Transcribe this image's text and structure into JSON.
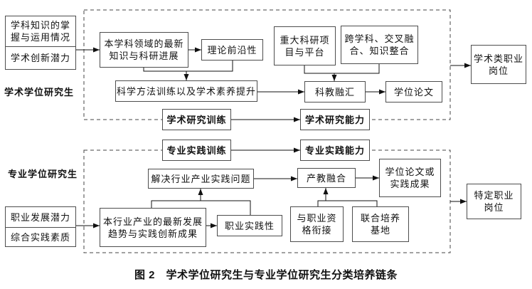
{
  "caption": "图 2　学术学位研究生与专业学位研究生分类培养链条",
  "colors": {
    "background": "#ffffff",
    "box_border": "#4d4d4d",
    "line": "#111111",
    "dashed_frame": "#444444",
    "text": "#111111"
  },
  "academic_section": {
    "label": "学术学位研究生",
    "entry_assess": {
      "top": "学科知识的掌\n握与运用情况",
      "bottom": "学术创新潜力"
    },
    "nodes": {
      "latest_knowledge": "本学科领域的最新\n知识与科研进展",
      "theory_frontier": "理论前沿性",
      "major_projects": "重大科研项\n目与平台",
      "interdisciplinary": "跨学科、交叉融\n合、知识整合",
      "method_training": "科学方法训练以及学术素养提升",
      "sci_edu_integration": "科教融汇",
      "thesis": "学位论文",
      "research_training": "学术研究训练",
      "research_ability": "学术研究能力",
      "career": "学术类职业\n岗位"
    }
  },
  "professional_section": {
    "label": "专业学位研究生",
    "entry_assess": {
      "top": "职业发展潜力",
      "bottom": "综合实践素质"
    },
    "nodes": {
      "practice_training": "专业实践训练",
      "practice_ability": "专业实践能力",
      "solve_problems": "解决行业产业实践问题",
      "industry_edu_integration": "产教融合",
      "thesis_or_results": "学位论文或\n实践成果",
      "latest_trends": "本行业产业的最新发展\n趋势与实践创新成果",
      "occupational_practicality": "职业实践性",
      "qualification_link": "与职业资\n格衔接",
      "joint_base": "联合培养\n基地",
      "career": "特定职业\n岗位"
    }
  }
}
